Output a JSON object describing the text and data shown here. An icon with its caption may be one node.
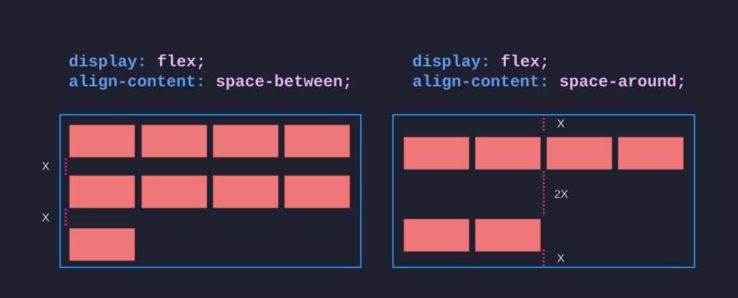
{
  "diagram": {
    "nodes": [
      {
        "text": [],
        "shape": "box"
      },
      {
        "text": [],
        "shape": "box",
        "in": 0
      },
      {
        "text": [],
        "shape": "box",
        "in": 0
      },
      {
        "text": [],
        "shape": "box",
        "in": 0
      },
      {
        "text": [],
        "shape": "box",
        "in": 0
      },
      {
        "text": [],
        "shape": "box",
        "in": 0
      },
      {
        "text": [],
        "shape": "box",
        "in": 0
      },
      {
        "text": [],
        "shape": "box",
        "in": 0
      },
      {
        "text": [],
        "shape": "box",
        "in": 0
      },
      {
        "text": [],
        "shape": "box",
        "in": 0
      },
      {
        "text": [],
        "shape": "box"
      },
      {
        "text": [],
        "shape": "box",
        "in": 10
      },
      {
        "text": [],
        "shape": "box",
        "in": 10
      },
      {
        "text": [],
        "shape": "box",
        "in": 10
      },
      {
        "text": [],
        "shape": "box",
        "in": 10
      },
      {
        "text": [],
        "shape": "box",
        "in": 10
      },
      {
        "text": [],
        "shape": "box",
        "in": 10
      }
    ],
    "labels": [
      "display:",
      "flex;",
      "align-content:",
      "space-between;",
      "display:",
      "flex;",
      "align-content:",
      "space-around;",
      "X",
      "X",
      "X",
      "2X",
      "X"
    ]
  }
}
